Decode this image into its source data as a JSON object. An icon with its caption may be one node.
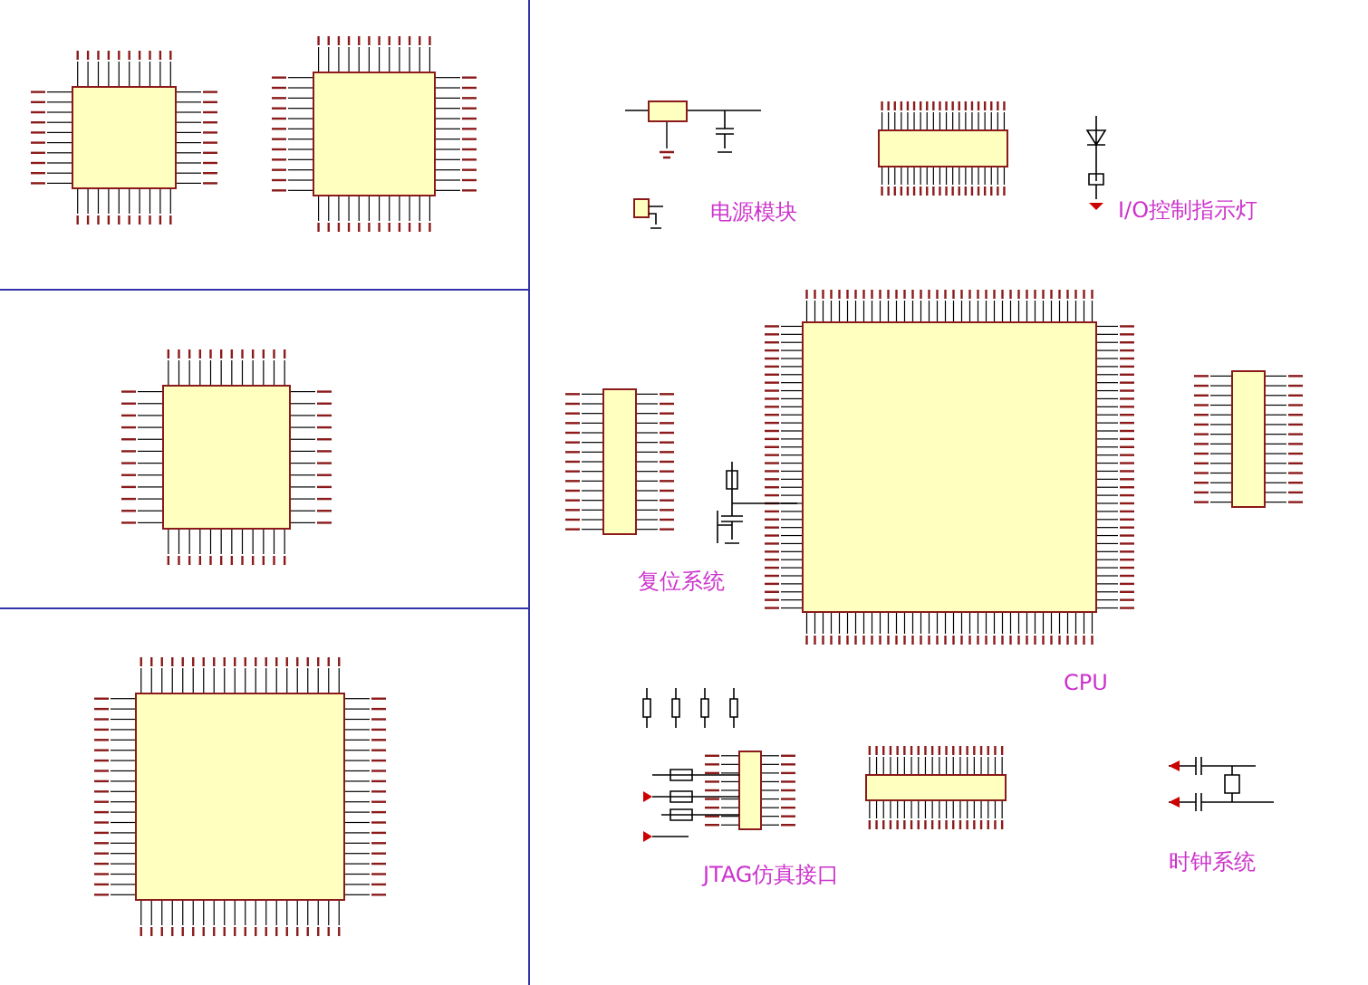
{
  "diagram": {
    "labels": [
      "电源模块",
      "I/O控制指示灯",
      "复位系统",
      "CPU",
      "JTAG仿真接口",
      "时钟系统"
    ]
  }
}
